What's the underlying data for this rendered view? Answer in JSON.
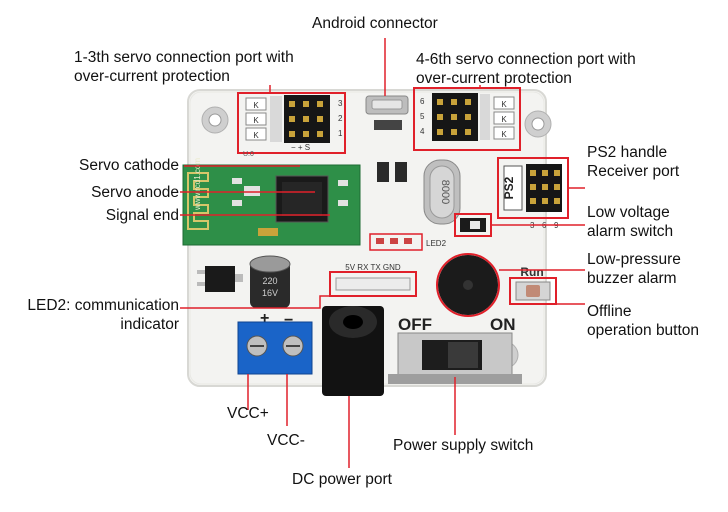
{
  "labels": {
    "android_connector": "Android connector",
    "servo_1_3_line1": "1-3th servo connection port with",
    "servo_1_3_line2": "over-current protection",
    "servo_4_6_line1": "4-6th servo connection port with",
    "servo_4_6_line2": "over-current protection",
    "servo_cathode": "Servo cathode",
    "servo_anode": "Servo anode",
    "signal_end": "Signal end",
    "ps2_line1": "PS2 handle",
    "ps2_line2": "Receiver port",
    "low_voltage_line1": "Low voltage",
    "low_voltage_line2": "alarm switch",
    "buzzer_line1": "Low-pressure",
    "buzzer_line2": "buzzer alarm",
    "led2_line1": "LED2: communication",
    "led2_line2": "indicator",
    "offline_line1": "Offline",
    "offline_line2": "operation button",
    "vcc_plus": "VCC+",
    "vcc_minus": "VCC-",
    "power_switch": "Power supply switch",
    "dc_power": "DC power port"
  },
  "board_text": {
    "crystal": "8000",
    "ps2": "PS2",
    "run": "Run",
    "off": "OFF",
    "on": "ON",
    "led2": "LED2",
    "pins": "5V RX TX GND",
    "cap_line1": "220",
    "cap_line2": "16V",
    "plus": "+",
    "minus": "−",
    "pin_nums_left": [
      "3",
      "2",
      "1"
    ],
    "pin_nums_right": [
      "6",
      "5",
      "4"
    ],
    "ps2_nums": [
      "3",
      "6",
      "9"
    ],
    "module_text": "www.rcd1.com",
    "k": "K"
  },
  "colors": {
    "callout_red": "#e0202a",
    "board": "#f4f4f2",
    "module": "#2e8f48",
    "terminal": "#1a64c8"
  }
}
